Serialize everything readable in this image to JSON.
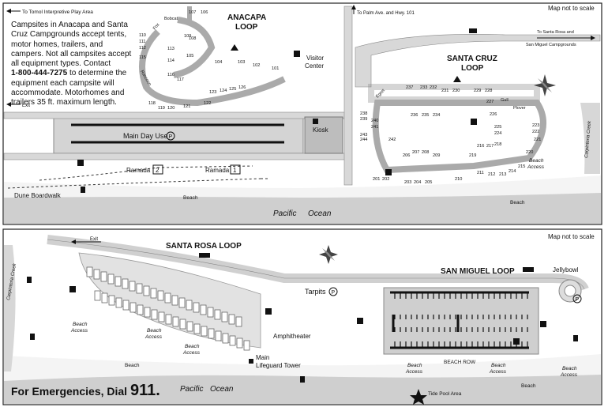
{
  "top_map": {
    "to_tomol": "To Tomol Interpretive Play Area",
    "to_palm": "To Palm Ave. and Hwy. 101",
    "to_santa_rosa_sm": "To Santa Rosa and",
    "to_santa_rosa_sm2": "San Miguel Campgrounds",
    "map_not_to_scale": "Map not to scale",
    "anacapa_loop_1": "ANACAPA",
    "anacapa_loop_2": "LOOP",
    "santa_cruz_1": "SANTA CRUZ",
    "santa_cruz_2": "LOOP",
    "visitor_center_1": "Visitor",
    "visitor_center_2": "Center",
    "kiosk": "Kiosk",
    "main_day_use": "Main Day Use",
    "ramada_2": "Ramada",
    "ramada_2_num": "2",
    "ramada_1": "Ramada",
    "ramada_1_num": "1",
    "dune_boardwalk": "Dune Boardwalk",
    "beach_1": "Beach",
    "beach_2": "Beach",
    "beach_access": "Beach",
    "beach_access2": "Access",
    "pacific": "Pacific",
    "ocean": "Ocean",
    "creek": "Carpinteria Creek",
    "exit": "Exit",
    "fox": "Fox",
    "bobcat": "Bobcat",
    "raccoon": "Raccoon",
    "egret": "Egret",
    "gull": "Gull",
    "plover": "Plover",
    "info_1": "Campsites in Anacapa and Santa",
    "info_2": "Cruz Campgrounds accept tents,",
    "info_3": "motor homes, trailers, and",
    "info_4": "campers. Not all campsites accept",
    "info_5": "all equipment types. Contact",
    "info_phone": "1-800-444-7275",
    "info_6": " to determine the",
    "info_7": "equipment each campsite will",
    "info_8": "accommodate. Motorhomes and",
    "info_9": "trailers 35 ft. maximum length.",
    "anacapa_sites": [
      "107",
      "106",
      "108",
      "109",
      "110",
      "111",
      "112",
      "113",
      "114",
      "115",
      "116",
      "117",
      "105",
      "104",
      "103",
      "102",
      "101",
      "118",
      "119",
      "120",
      "121",
      "122",
      "123",
      "124",
      "125",
      "126"
    ],
    "santa_cruz_sites": [
      "237",
      "233",
      "232",
      "231",
      "230",
      "229",
      "228",
      "227",
      "226",
      "238",
      "239",
      "236",
      "235",
      "234",
      "240",
      "241",
      "243",
      "244",
      "242",
      "223",
      "222",
      "225",
      "224",
      "221",
      "220",
      "218",
      "217",
      "216",
      "215",
      "219",
      "211",
      "212",
      "213",
      "214",
      "206",
      "207",
      "208",
      "209",
      "210",
      "201",
      "202",
      "203",
      "204",
      "205"
    ]
  },
  "bottom_map": {
    "map_not_to_scale": "Map not to scale",
    "santa_rosa_loop": "SANTA ROSA LOOP",
    "san_miguel_loop": "SAN MIGUEL LOOP",
    "jellybowl": "Jellybowl",
    "tarpits": "Tarpits",
    "amphitheater": "Amphitheater",
    "main_lifeguard_1": "Main",
    "main_lifeguard_2": "Lifeguard Tower",
    "beach_row": "BEACH ROW",
    "tide_pool": "Tide Pool Area",
    "pacific": "Pacific",
    "ocean": "Ocean",
    "beach": "Beach",
    "beach2": "Beach",
    "beach_access": "Beach",
    "access": "Access",
    "exit": "Exit",
    "creek": "Carpinteria Creek",
    "emergency_text": "For Emergencies, Dial",
    "emergency_number": "911."
  }
}
